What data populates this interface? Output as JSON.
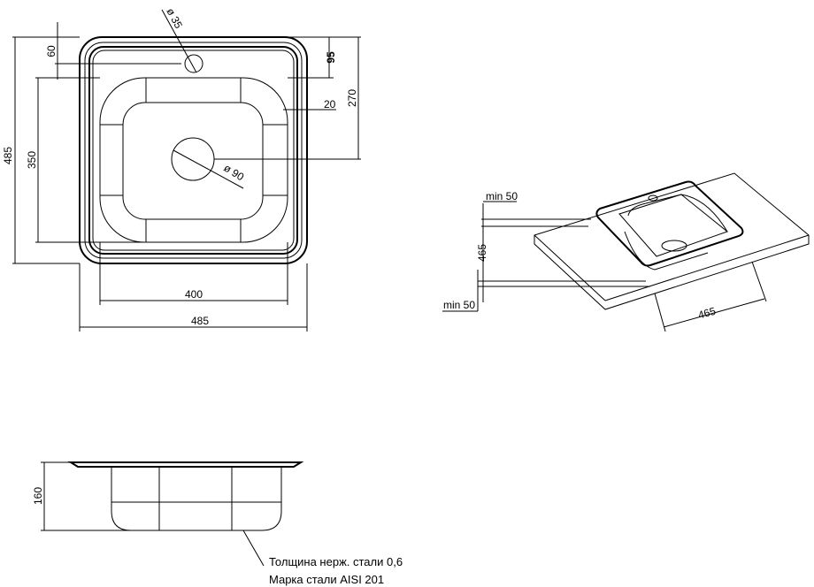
{
  "top_view": {
    "dims": {
      "width_overall": "485",
      "height_overall": "485",
      "bowl_width": "400",
      "bowl_length": "350",
      "tap_hole_offset": "60",
      "tap_hole_diameter": "ø 35",
      "drain_diameter": "ø 90",
      "bowl_offset_top": "95",
      "drain_offset": "270",
      "rim": "20"
    }
  },
  "install_view": {
    "dims": {
      "min_top": "min 50",
      "min_bottom": "min 50",
      "cutout_depth": "465",
      "cutout_width": "465"
    }
  },
  "side_view": {
    "dims": {
      "depth": "160"
    },
    "notes": [
      "Толщина нерж. стали 0,6",
      "Марка стали AISI 201"
    ]
  }
}
